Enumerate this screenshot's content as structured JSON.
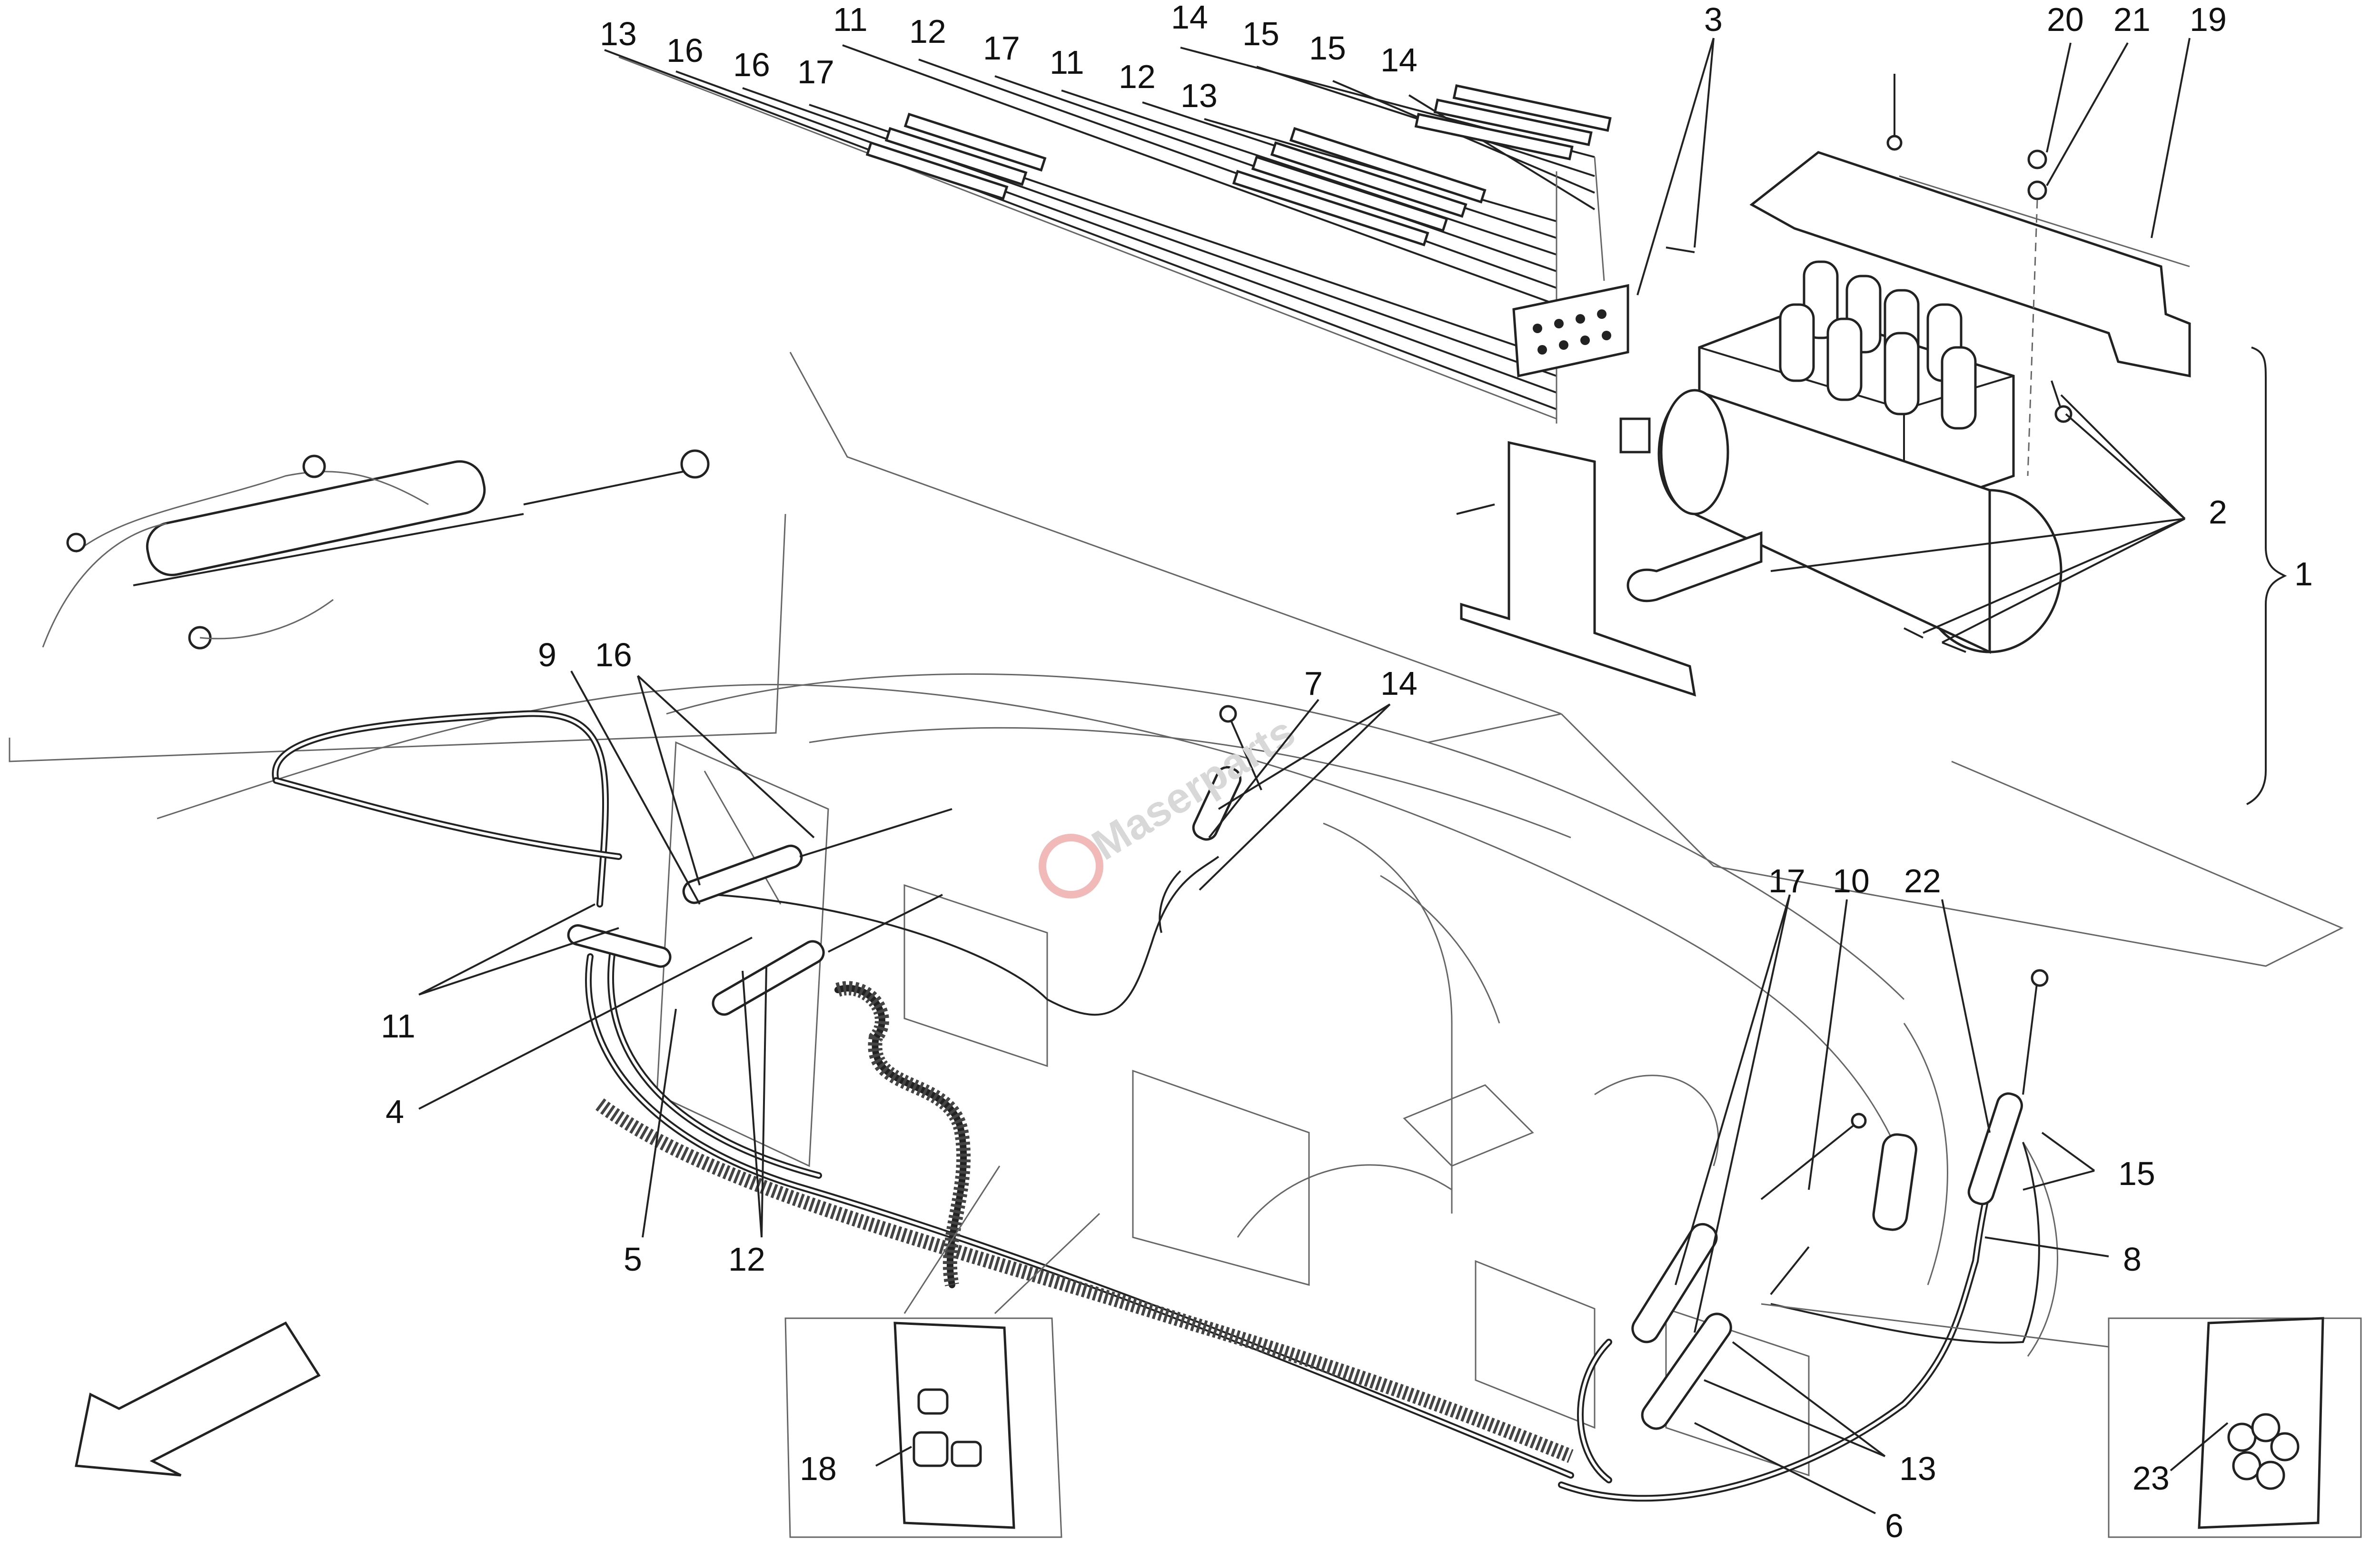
{
  "callouts": [
    {
      "id": "13a",
      "text": "13"
    },
    {
      "id": "16a",
      "text": "16"
    },
    {
      "id": "16b",
      "text": "16"
    },
    {
      "id": "17a",
      "text": "17"
    },
    {
      "id": "11a",
      "text": "11"
    },
    {
      "id": "12a",
      "text": "12"
    },
    {
      "id": "17b",
      "text": "17"
    },
    {
      "id": "11b",
      "text": "11"
    },
    {
      "id": "12b",
      "text": "12"
    },
    {
      "id": "13b",
      "text": "13"
    },
    {
      "id": "14a",
      "text": "14"
    },
    {
      "id": "15a",
      "text": "15"
    },
    {
      "id": "15b",
      "text": "15"
    },
    {
      "id": "14b",
      "text": "14"
    },
    {
      "id": "3",
      "text": "3"
    },
    {
      "id": "20",
      "text": "20"
    },
    {
      "id": "21",
      "text": "21"
    },
    {
      "id": "19",
      "text": "19"
    },
    {
      "id": "2",
      "text": "2"
    },
    {
      "id": "1",
      "text": "1"
    },
    {
      "id": "9",
      "text": "9"
    },
    {
      "id": "16c",
      "text": "16"
    },
    {
      "id": "7",
      "text": "7"
    },
    {
      "id": "14c",
      "text": "14"
    },
    {
      "id": "11c",
      "text": "11"
    },
    {
      "id": "4",
      "text": "4"
    },
    {
      "id": "5",
      "text": "5"
    },
    {
      "id": "12c",
      "text": "12"
    },
    {
      "id": "17c",
      "text": "17"
    },
    {
      "id": "10",
      "text": "10"
    },
    {
      "id": "22",
      "text": "22"
    },
    {
      "id": "15c",
      "text": "15"
    },
    {
      "id": "8",
      "text": "8"
    },
    {
      "id": "18",
      "text": "18"
    },
    {
      "id": "13c",
      "text": "13"
    },
    {
      "id": "6",
      "text": "6"
    },
    {
      "id": "23",
      "text": "23"
    }
  ],
  "watermark": "Maserparts"
}
